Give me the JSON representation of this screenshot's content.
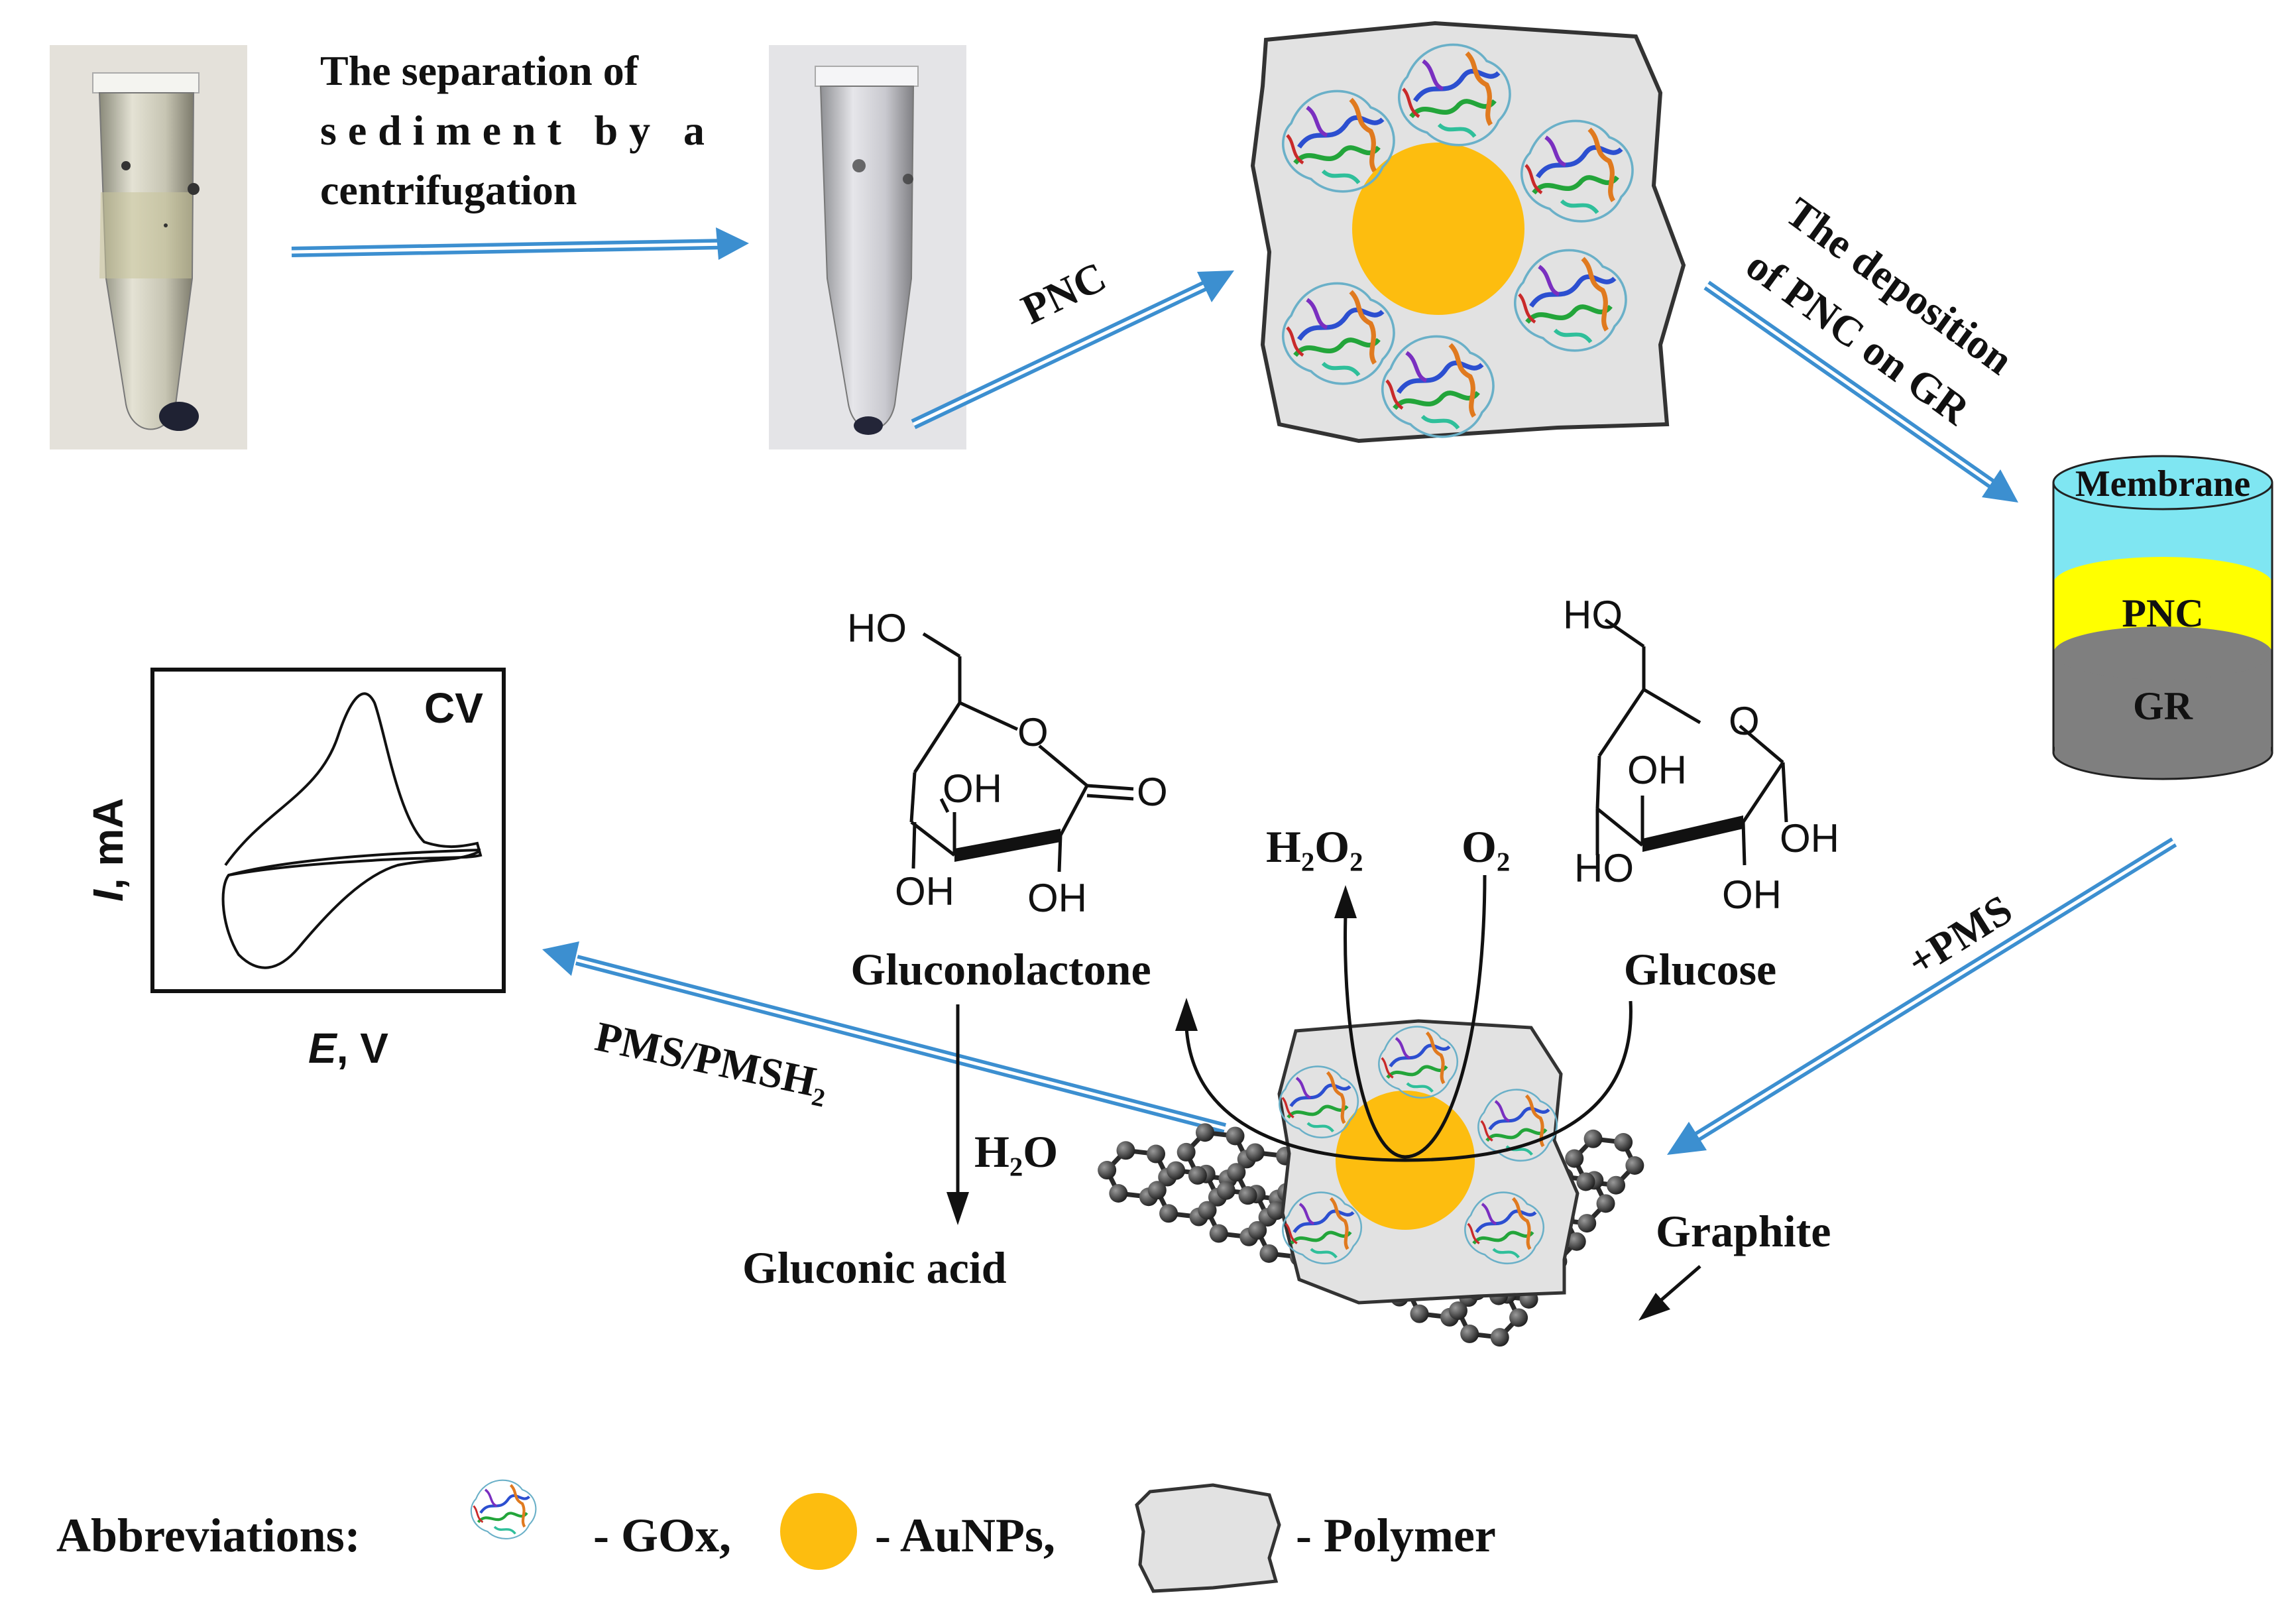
{
  "step1": {
    "text_line1": "The separation of",
    "text_line2": "sediment by a",
    "text_line3": "centrifugation"
  },
  "arrow_pnc_label": "PNC",
  "deposition_label_line1": "The deposition",
  "deposition_label_line2": "of PNC on GR",
  "electrode": {
    "layer_top": "Membrane",
    "layer_mid": "PNC",
    "layer_bottom": "GR"
  },
  "pms_label": "+PMS",
  "pms_pmsh2_label": "PMS/PMSH₂",
  "cv_plot": {
    "label": "CV",
    "xlabel_symbol": "E",
    "xlabel_unit": ", V",
    "ylabel_symbol": "I",
    "ylabel_unit": ", mA"
  },
  "molecules": {
    "gluconolactone": {
      "name": "Gluconolactone",
      "HO": "HO",
      "O_ring": "O",
      "O_carbonyl": "O",
      "OH_a": "OH",
      "OH_b": "OH",
      "OH_c": "OH"
    },
    "glucose": {
      "name": "Glucose",
      "HO_top": "HO",
      "O_ring": "O",
      "OH_a": "OH",
      "HO_b": "HO",
      "OH_c": "OH",
      "OH_d": "OH"
    }
  },
  "h2o2_label": "H₂O₂",
  "o2_label": "O₂",
  "h2o_label": "H₂O",
  "gluconic_acid_label": "Gluconic acid",
  "graphite_label": "Graphite",
  "abbreviations": {
    "title": "Abbreviations:",
    "gox": "- GOx,",
    "aunps": "- AuNPs,",
    "polymer": "- Polymer"
  },
  "colors": {
    "gold": "#FDBD0F",
    "arrow_blue": "#3C8FD0",
    "membrane": "#7FE6F2",
    "pnc_layer": "#FFFF00",
    "gr_layer": "#7F7F7F",
    "polymer": "#E2E2E2"
  }
}
